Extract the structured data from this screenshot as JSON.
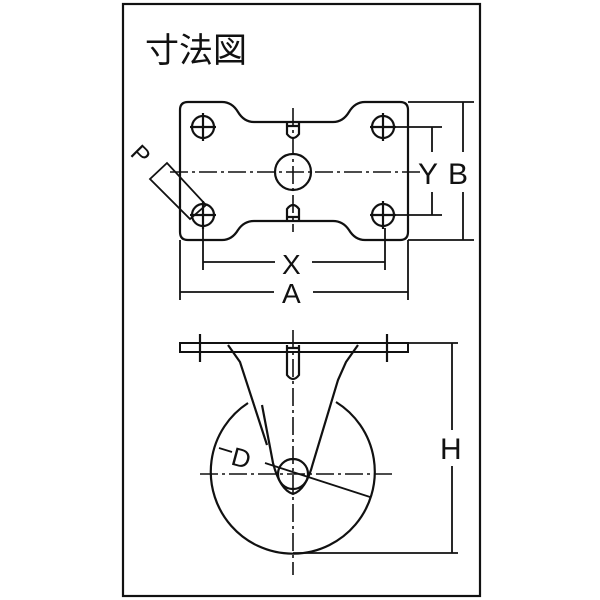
{
  "title": "寸法図",
  "labels": {
    "P": "P",
    "Y": "Y",
    "B": "B",
    "X": "X",
    "A": "A",
    "D": "D",
    "H": "H"
  },
  "colors": {
    "line": "#111111",
    "background": "#ffffff"
  }
}
